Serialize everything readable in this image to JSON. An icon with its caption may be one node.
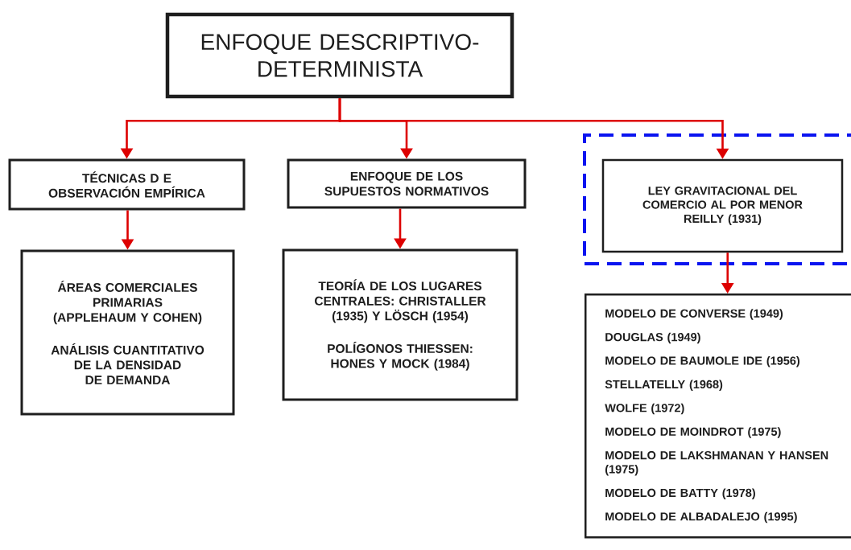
{
  "diagram": {
    "nodes": [
      {
        "text": [
          "ENFOQUE DESCRIPTIVO-DETERMINISTA"
        ]
      },
      {
        "text": [
          "TÉCNICAS D E OBSERVACIÓN EMPÍRICA"
        ]
      },
      {
        "text": [
          "ENFOQUE DE LOS SUPUESTOS NORMATIVOS"
        ]
      },
      {
        "text": [],
        "shape": "box"
      },
      {
        "text": [
          "LEY GRAVITACIONAL DEL COMERCIO AL POR MENOR",
          "REILLY (1931)"
        ],
        "in": 3
      },
      {
        "text": [
          "ÁREAS COMERCIALES PRIMARIAS (APPLEHAUM Y COHEN)",
          "ANÁLISIS CUANTITATIVO DE LA DENSIDAD DE DEMANDA"
        ]
      },
      {
        "text": [
          "TEORÍA DE LOS LUGARES CENTRALES: CHRISTALLER (1935) Y LÖSCH (1954)",
          "POLÍGONOS THIESSEN: HONES Y MOCK (1984)"
        ]
      },
      {
        "text": [
          "MODELO DE CONVERSE (1949)",
          "DOUGLAS (1949)",
          "MODELO DE BAUMOLE IDE (1956)",
          "STELLATELLY (1968)",
          "WOLFE (1972)",
          "MODELO DE MOINDROT (1975)",
          "MODELO DE LAKSHMANAN Y HANSEN (1975)",
          "MODELO DE BATTY (1978)",
          "MODELO DE ALBADALEJO (1995)"
        ]
      }
    ],
    "edges": [
      {
        "from": 0,
        "to": 1,
        "arrow": "to"
      },
      {
        "from": 0,
        "to": 2,
        "arrow": "to"
      },
      {
        "from": 0,
        "to": 4,
        "arrow": "to"
      },
      {
        "from": 1,
        "to": 5,
        "arrow": "to"
      },
      {
        "from": 2,
        "to": 6,
        "arrow": "to"
      },
      {
        "from": 4,
        "to": 7,
        "arrow": "to"
      }
    ]
  }
}
